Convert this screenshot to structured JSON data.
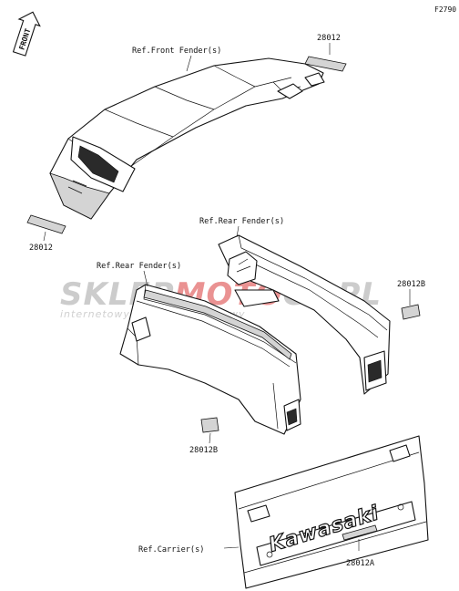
{
  "figure_id": "F2790",
  "front_arrow": {
    "label": "FRONT"
  },
  "labels": {
    "front_fender": "Ref.Front Fender(s)",
    "rear_fender_right": "Ref.Rear Fender(s)",
    "rear_fender_left": "Ref.Rear Fender(s)",
    "carrier": "Ref.Carrier(s)",
    "part_28012_top": "28012",
    "part_28012_left": "28012",
    "part_28012b_right": "28012B",
    "part_28012b_left": "28012B",
    "part_28012a": "28012A"
  },
  "decal_text": "Kawasaki",
  "watermark": {
    "brand_part1": "SKLEP",
    "brand_part2": "MOTO",
    "brand_part3": "GP",
    "brand_part4": ".PL",
    "tagline": "internetowy sklep motocyklowy"
  },
  "colors": {
    "watermark_gray": "#c4c4c4",
    "watermark_red": "#e78080"
  }
}
